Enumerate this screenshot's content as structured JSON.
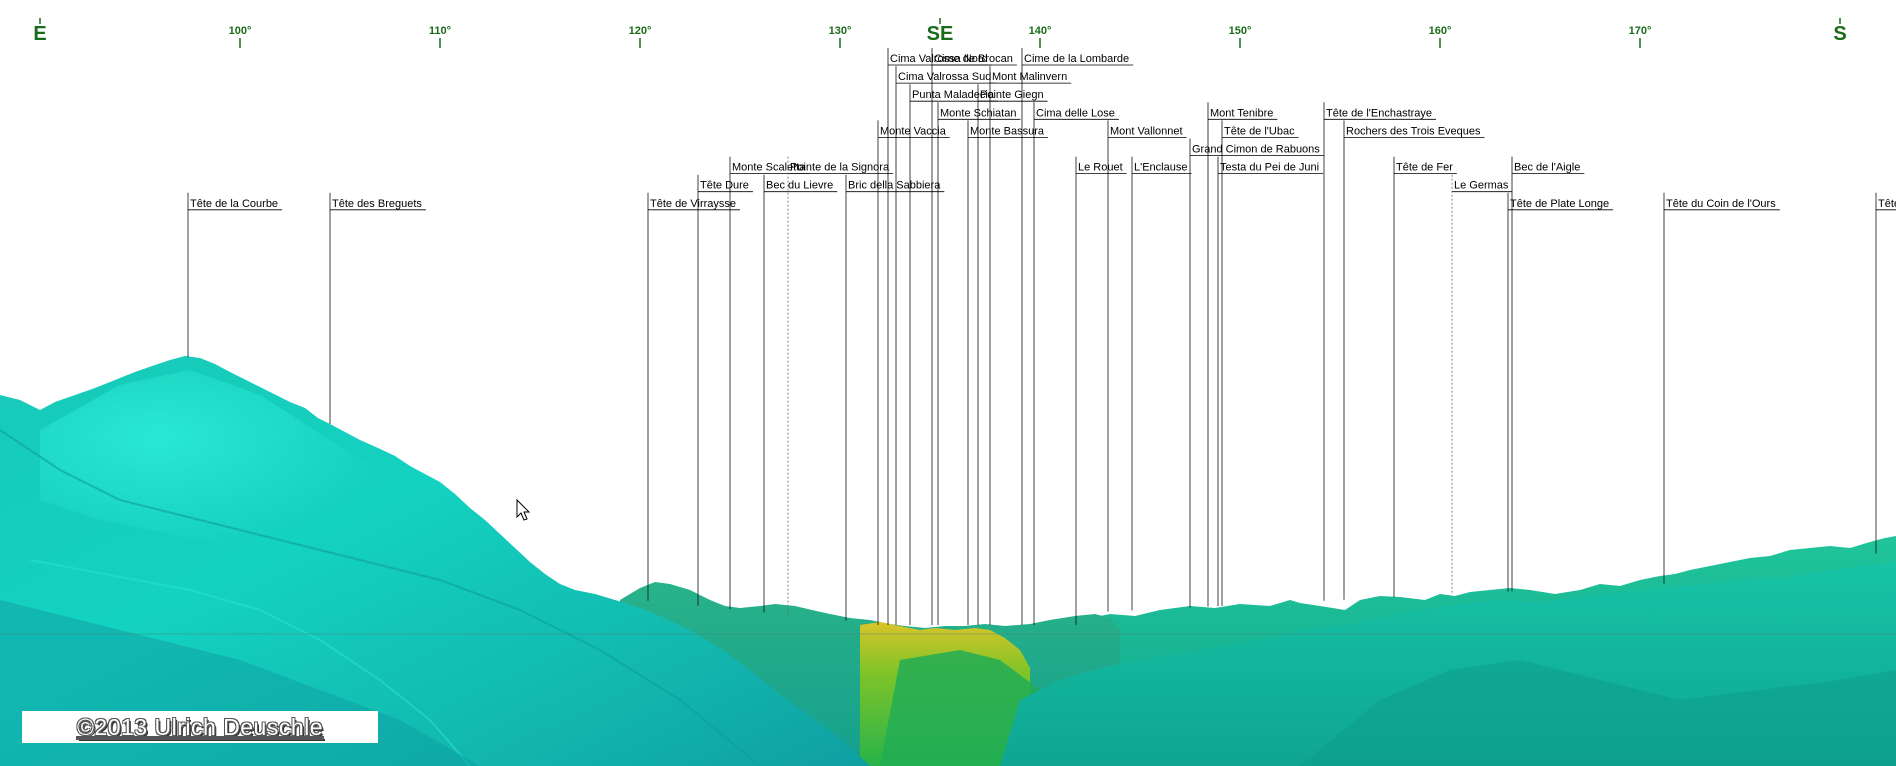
{
  "compass": {
    "color": "#1a6b1a",
    "marks": [
      {
        "label": "E",
        "deg": 90,
        "major": true
      },
      {
        "label": "100°",
        "deg": 100,
        "major": false
      },
      {
        "label": "110°",
        "deg": 110,
        "major": false
      },
      {
        "label": "120°",
        "deg": 120,
        "major": false
      },
      {
        "label": "130°",
        "deg": 130,
        "major": false
      },
      {
        "label": "SE",
        "deg": 135,
        "major": true
      },
      {
        "label": "140°",
        "deg": 140,
        "major": false
      },
      {
        "label": "150°",
        "deg": 150,
        "major": false
      },
      {
        "label": "160°",
        "deg": 160,
        "major": false
      },
      {
        "label": "170°",
        "deg": 170,
        "major": false
      },
      {
        "label": "S",
        "deg": 180,
        "major": true
      }
    ]
  },
  "peaks": [
    {
      "name": "Cima Valrossa Nord",
      "deg": 132.4,
      "row": 0
    },
    {
      "name": "Cime de Brocan",
      "deg": 134.6,
      "row": 0
    },
    {
      "name": "Cime de la Lombarde",
      "deg": 139.1,
      "row": 0
    },
    {
      "name": "Cima Valrossa Sud",
      "deg": 132.8,
      "row": 1
    },
    {
      "name": "Mont Malinvern",
      "deg": 137.5,
      "row": 1
    },
    {
      "name": "Punta Maladecia",
      "deg": 133.5,
      "row": 2
    },
    {
      "name": "Pointe Giegn",
      "deg": 136.9,
      "row": 2
    },
    {
      "name": "Monte Schiatan",
      "deg": 134.9,
      "row": 3
    },
    {
      "name": "Cima delle Lose",
      "deg": 139.7,
      "row": 3
    },
    {
      "name": "Mont Tenibre",
      "deg": 148.4,
      "row": 3
    },
    {
      "name": "Tête de l'Enchastraye",
      "deg": 154.2,
      "row": 3
    },
    {
      "name": "Monte Vaccia",
      "deg": 131.9,
      "row": 4
    },
    {
      "name": "Monte Bassura",
      "deg": 136.4,
      "row": 4
    },
    {
      "name": "Mont Vallonnet",
      "deg": 143.4,
      "row": 4
    },
    {
      "name": "Tête de l'Ubac",
      "deg": 149.1,
      "row": 4
    },
    {
      "name": "Rochers des Trois Eveques",
      "deg": 155.2,
      "row": 4
    },
    {
      "name": "Grand Cimon de Rabuons",
      "deg": 147.5,
      "row": 5
    },
    {
      "name": "Monte Scaletta",
      "deg": 124.5,
      "row": 6
    },
    {
      "name": "Pointe de la Signora",
      "deg": 127.4,
      "row": 6,
      "dotted": true
    },
    {
      "name": "Le Rouet",
      "deg": 141.8,
      "row": 6
    },
    {
      "name": "L'Enclause",
      "deg": 144.6,
      "row": 6
    },
    {
      "name": "Testa du Pei de Juni",
      "deg": 148.9,
      "row": 6
    },
    {
      "name": "Tête de Fer",
      "deg": 157.7,
      "row": 6
    },
    {
      "name": "Bec de l'Aigle",
      "deg": 163.6,
      "row": 6
    },
    {
      "name": "Tête Dure",
      "deg": 122.9,
      "row": 7
    },
    {
      "name": "Bec du Lievre",
      "deg": 126.2,
      "row": 7
    },
    {
      "name": "Bric della Sabbiera",
      "deg": 130.3,
      "row": 7
    },
    {
      "name": "Le Germas",
      "deg": 160.6,
      "row": 7,
      "dotted": true
    },
    {
      "name": "Tête de la Courbe",
      "deg": 97.4,
      "row": 8
    },
    {
      "name": "Tête des Breguets",
      "deg": 104.5,
      "row": 8
    },
    {
      "name": "Tête de Virraysse",
      "deg": 120.4,
      "row": 8
    },
    {
      "name": "Tête de Plate Longe",
      "deg": 163.4,
      "row": 8
    },
    {
      "name": "Tête du Coin de l'Ours",
      "deg": 171.2,
      "row": 8
    },
    {
      "name": "Tête",
      "deg": 181.8,
      "row": 8
    }
  ],
  "copyright": "©2013 Ulrich Deuschle"
}
